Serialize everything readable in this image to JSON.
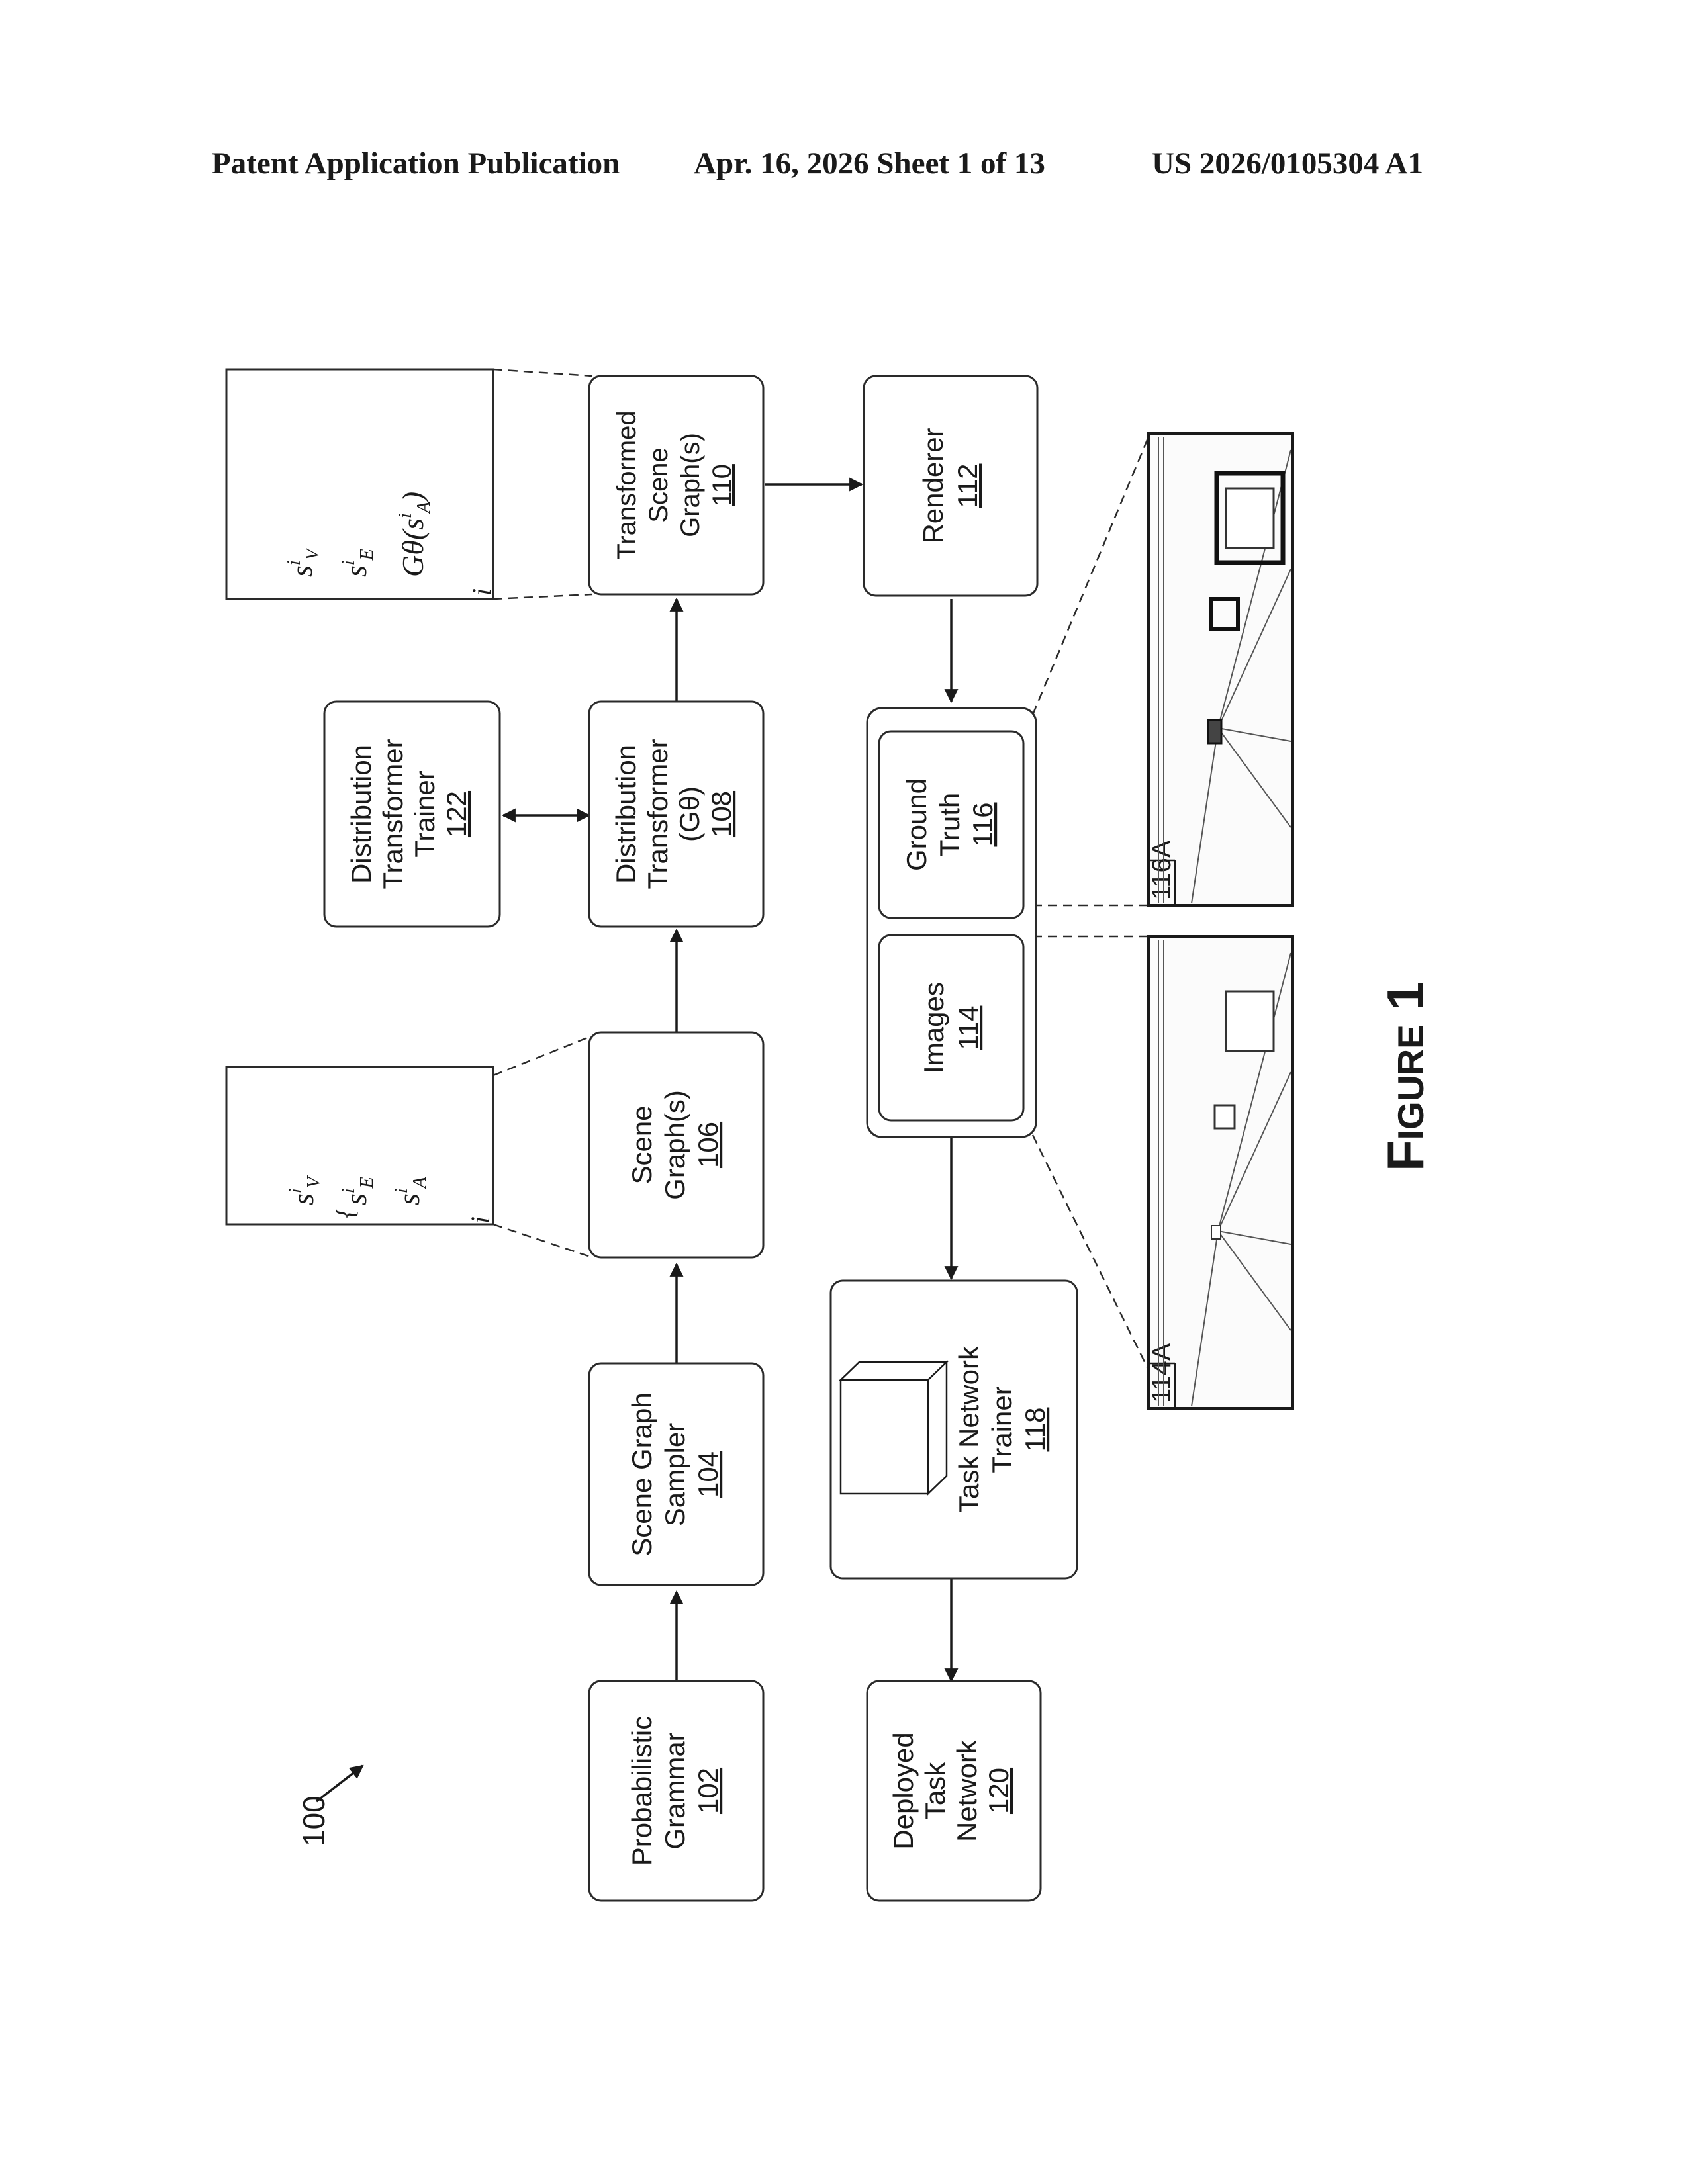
{
  "header": {
    "left": "Patent Application Publication",
    "middle": "Apr. 16, 2026  Sheet 1 of 13",
    "right": "US 2026/0105304 A1"
  },
  "figure": {
    "ref_label": "100",
    "caption": "Figure 1",
    "blocks": {
      "b102": {
        "line1": "Probabilistic",
        "line2": "Grammar",
        "ref": "102"
      },
      "b104": {
        "line1": "Scene Graph",
        "line2": "Sampler",
        "ref": "104"
      },
      "b106": {
        "line1": "Scene",
        "line2": "Graph(s)",
        "ref": "106"
      },
      "b108": {
        "line1": "Distribution",
        "line2": "Transformer",
        "line3": "(Gθ)",
        "ref": "108"
      },
      "b110": {
        "line1": "Transformed",
        "line2": "Scene",
        "line3": "Graph(s)",
        "ref": "110"
      },
      "b112": {
        "line1": "Renderer",
        "ref": "112"
      },
      "b114": {
        "line1": "Images",
        "ref": "114"
      },
      "b116": {
        "line1": "Ground",
        "line2": "Truth",
        "ref": "116"
      },
      "b118": {
        "line1": "Task Network",
        "line2": "Trainer",
        "ref": "118"
      },
      "b120": {
        "line1": "Deployed",
        "line2": "Task",
        "line3": "Network",
        "ref": "120"
      },
      "b122": {
        "line1": "Distribution",
        "line2": "Transformer",
        "line3": "Trainer",
        "ref": "122"
      }
    },
    "images": {
      "img114": "114A",
      "img116": "116A"
    },
    "formula1": {
      "v": "s",
      "v_sup": "i",
      "v_sub": "V",
      "e": "s",
      "e_sup": "i",
      "e_sub": "E",
      "a": "s",
      "a_sup": "i",
      "a_sub": "A",
      "index": "i"
    },
    "formula2": {
      "v": "s",
      "v_sup": "i",
      "v_sub": "V",
      "e": "s",
      "e_sup": "i",
      "e_sub": "E",
      "g": "Gθ(s",
      "g_sup": "i",
      "g_sub": "A",
      "g_close": ")",
      "index": "i"
    }
  }
}
